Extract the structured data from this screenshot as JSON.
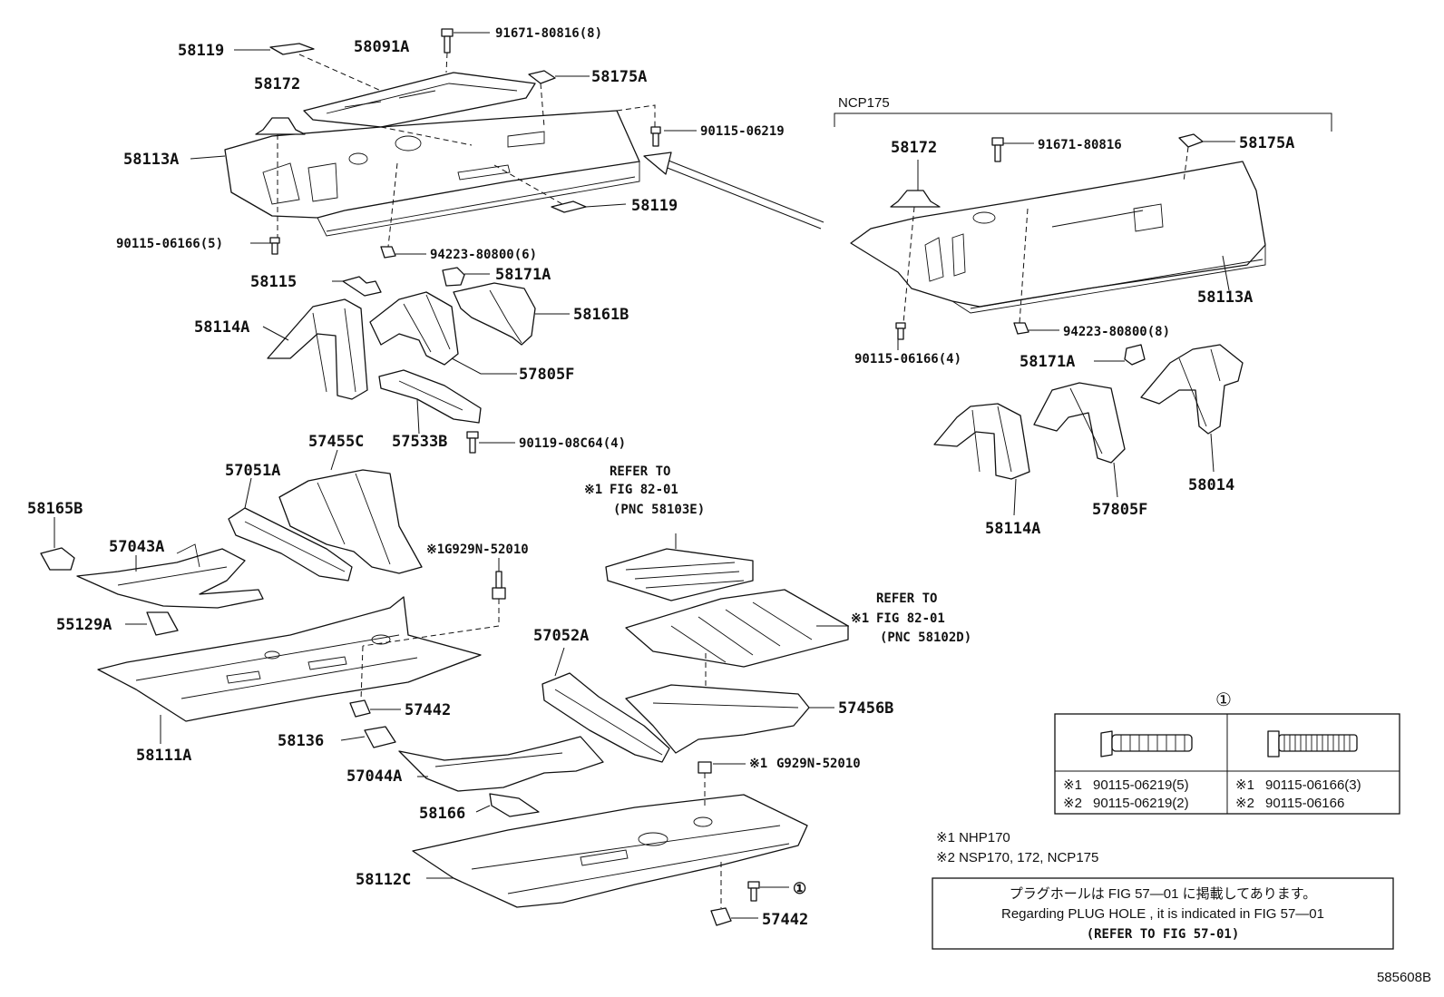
{
  "labels": {
    "p58119a": "58119",
    "p58091a": "58091A",
    "p91671a": "91671-80816(8)",
    "p58175a1": "58175A",
    "p58172a": "58172",
    "p90115_06219a": "90115-06219",
    "p58113a1": "58113A",
    "p58119b": "58119",
    "p90115_06166_5": "90115-06166(5)",
    "p94223_6": "94223-80800(6)",
    "p58115": "58115",
    "p58171a1": "58171A",
    "p58161b": "58161B",
    "p58114a1": "58114A",
    "p57805f1": "57805F",
    "p57455c": "57455C",
    "p57533b": "57533B",
    "p90119": "90119-08C64(4)",
    "p57051a": "57051A",
    "p58165b": "58165B",
    "p57043a": "57043A",
    "p55129a": "55129A",
    "p58111a": "58111A",
    "p57442a": "57442",
    "pG929a": "G929N-52010",
    "p57052a": "57052A",
    "p58136": "58136",
    "p57044a": "57044A",
    "p57456b": "57456B",
    "pG929b": "G929N-52010",
    "p58166": "58166",
    "p58112c": "58112C",
    "p57442b": "57442",
    "ncp175": "NCP175",
    "p58172b": "58172",
    "p91671b": "91671-80816",
    "p58175a2": "58175A",
    "p58113a2": "58113A",
    "p94223_8": "94223-80800(8)",
    "p90115_06166_4": "90115-06166(4)",
    "p58171a2": "58171A",
    "p58114a2": "58114A",
    "p57805f2": "57805F",
    "p58014": "58014"
  },
  "refer1": {
    "line1": "REFER TO",
    "line2": "FIG 82-01",
    "line3": "(PNC 58103E)"
  },
  "refer2": {
    "line1": "REFER TO",
    "line2": "FIG 82-01",
    "line3": "(PNC 58102D)"
  },
  "marks": {
    "ref1": "※1",
    "ref2": "※2",
    "circle1": "①"
  },
  "legend": {
    "header": "①",
    "col1_row1": "90115-06219(5)",
    "col1_row2": "90115-06219(2)",
    "col2_row1": "90115-06166(3)",
    "col2_row2": "90115-06166"
  },
  "notes": {
    "n1": "※1 NHP170",
    "n2": "※2 NSP170, 172, NCP175"
  },
  "plug_note": {
    "jp": "プラグホールは FIG  57—01 に掲載してあります。",
    "en": "Regarding  PLUG  HOLE , it is indicated in FIG  57—01",
    "ref": "(REFER TO FIG 57-01)"
  },
  "figure_id": "585608B"
}
